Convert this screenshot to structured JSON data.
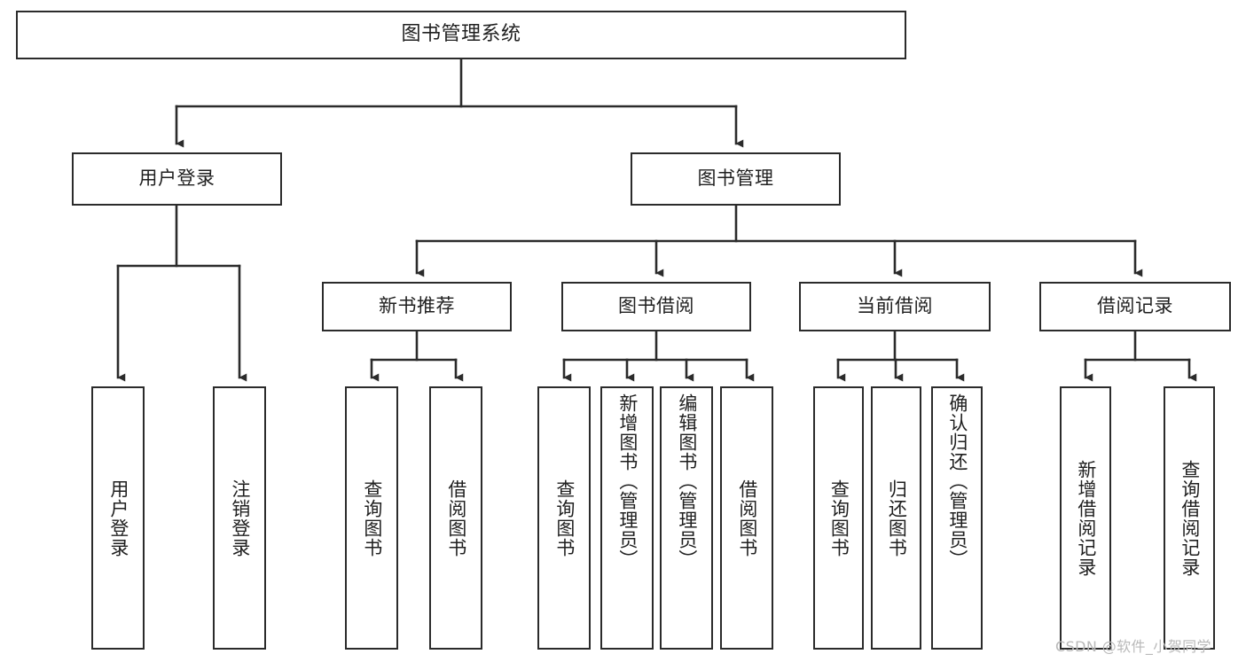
{
  "diagram": {
    "title": "图书管理系统",
    "type": "tree-hierarchy",
    "colors": {
      "box_border": "#2b2b2b",
      "box_fill": "#ffffff",
      "edge": "#2b2b2b",
      "text": "#1f1f1f",
      "watermark": "#b9b9b9",
      "canvas": "#ffffff"
    },
    "root": {
      "label": "图书管理系统"
    },
    "level2": [
      {
        "label": "用户登录"
      },
      {
        "label": "图书管理"
      }
    ],
    "level3": [
      {
        "label": "新书推荐"
      },
      {
        "label": "图书借阅"
      },
      {
        "label": "当前借阅"
      },
      {
        "label": "借阅记录"
      }
    ],
    "leaves": {
      "user_login": [
        {
          "label": "用户登录"
        },
        {
          "label": "注销登录"
        }
      ],
      "new_book_recommend": [
        {
          "label": "查询图书"
        },
        {
          "label": "借阅图书"
        }
      ],
      "book_borrow": [
        {
          "label": "查询图书"
        },
        {
          "label": "新增图书（管理员）"
        },
        {
          "label": "编辑图书（管理员）"
        },
        {
          "label": "借阅图书"
        }
      ],
      "current_borrow": [
        {
          "label": "查询图书"
        },
        {
          "label": "归还图书"
        },
        {
          "label": "确认归还（管理员）"
        }
      ],
      "borrow_record": [
        {
          "label": "新增借阅记录"
        },
        {
          "label": "查询借阅记录"
        }
      ]
    },
    "watermark": "CSDN @软件_小贺同学"
  }
}
